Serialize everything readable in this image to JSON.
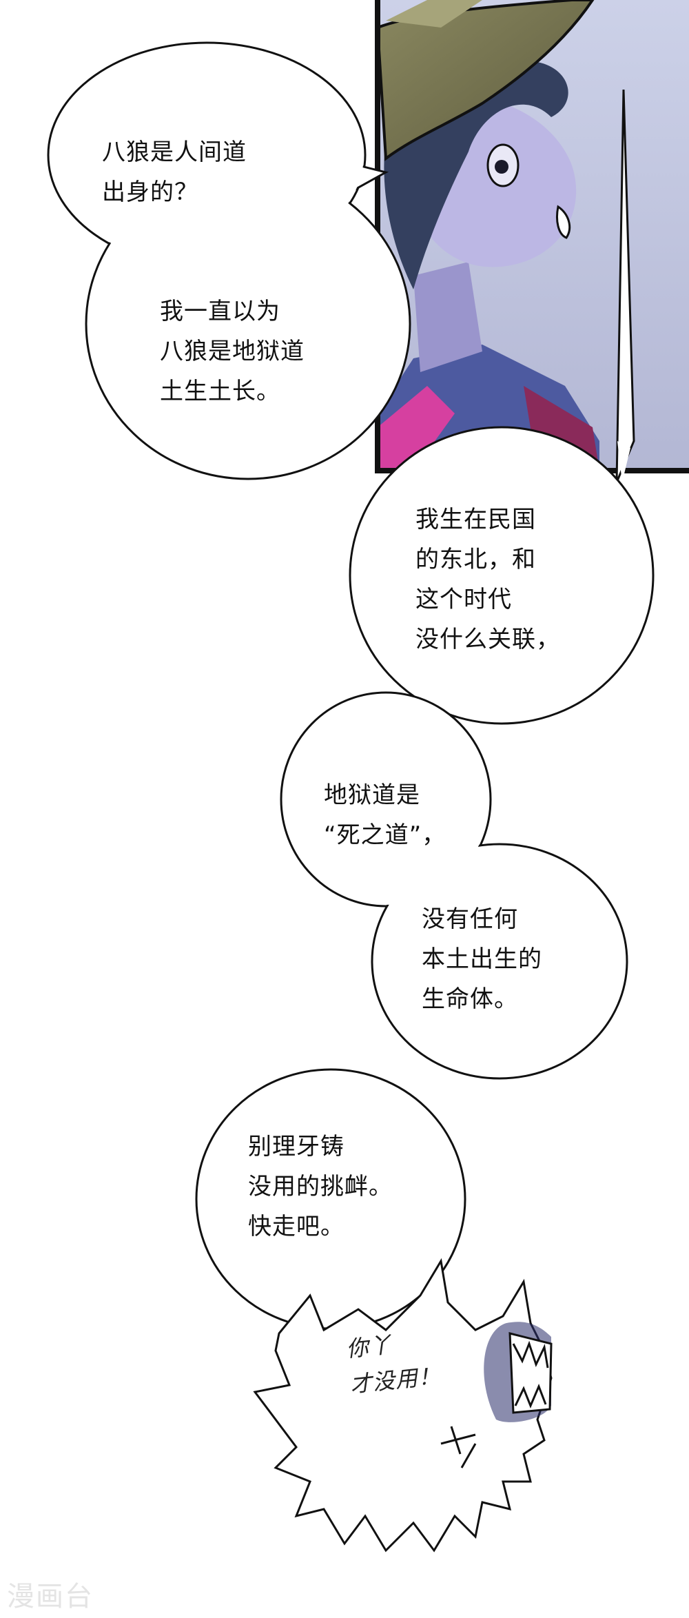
{
  "bubbles": {
    "b1": "八狼是人间道\n出身的？",
    "b2": "我一直以为\n八狼是地狱道\n土生土长。",
    "b3": "我生在民国\n的东北，和\n这个时代\n没什么关联，",
    "b4": "地狱道是\n“死之道”，",
    "b5": "没有任何\n本土出生的\n生命体。",
    "b6": "别理牙铸\n没用的挑衅。\n快走吧。",
    "b7": "你丫\n才没用！"
  },
  "watermark": "漫画台",
  "colors": {
    "panel_border": "#111111",
    "sky_top": "#c9cfe6",
    "sky_bottom": "#b9bdd9",
    "skin": "#b8b3e0",
    "hat": "#7c7a52",
    "hair": "#2f3c5a",
    "collar": "#4a5a9a",
    "jacket": "#c23c8c"
  }
}
